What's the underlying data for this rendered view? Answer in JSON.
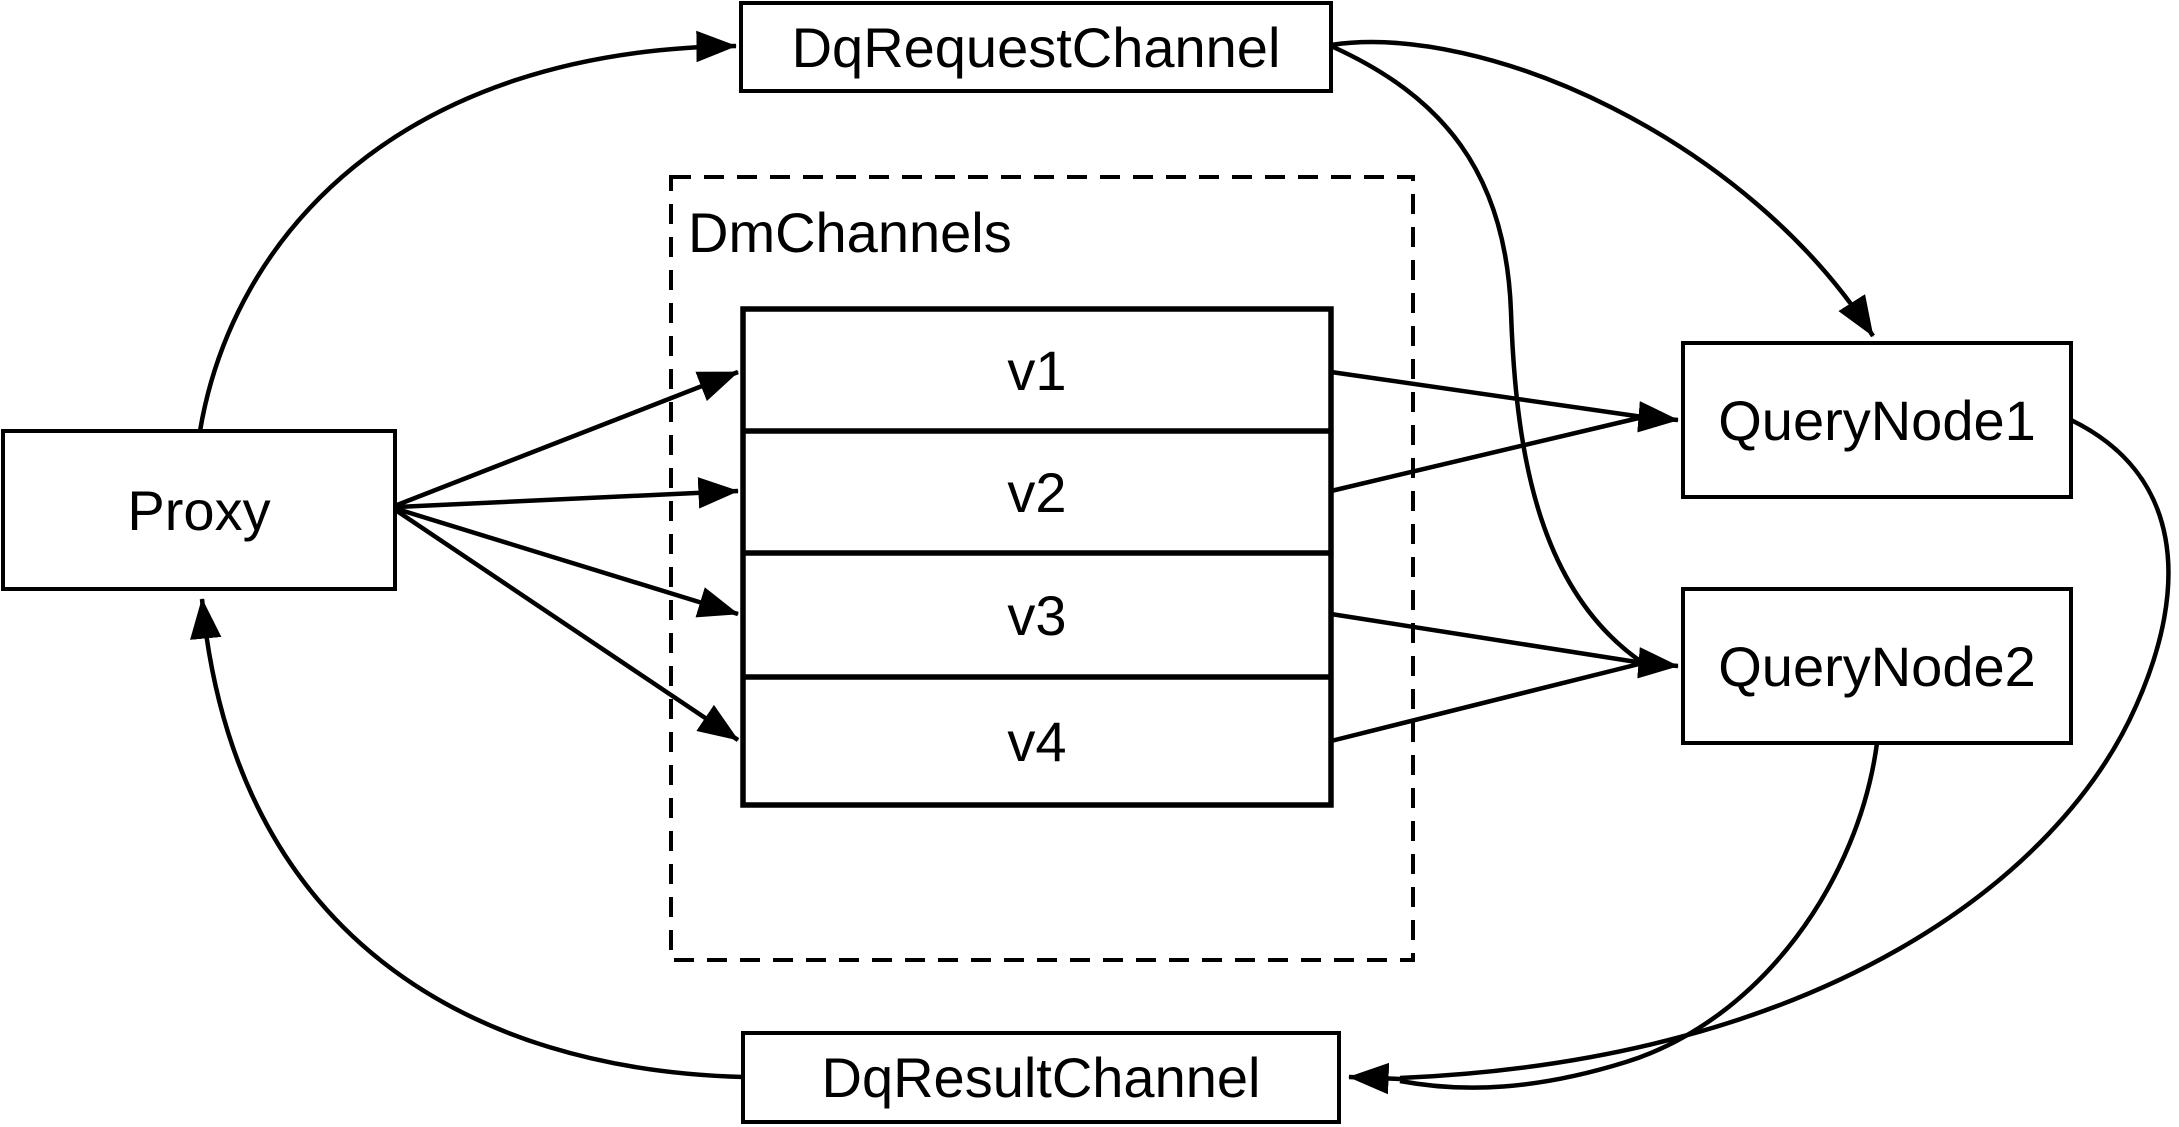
{
  "canvas": {
    "background": "#ffffff",
    "line_color": "#000000",
    "text_color": "#000000"
  },
  "nodes": {
    "proxy": {
      "label": "Proxy"
    },
    "dq_request_channel": {
      "label": "DqRequestChannel"
    },
    "dm_channels": {
      "label": "DmChannels"
    },
    "query_node_1": {
      "label": "QueryNode1"
    },
    "query_node_2": {
      "label": "QueryNode2"
    },
    "dq_result_channel": {
      "label": "DqResultChannel"
    }
  },
  "channels": [
    {
      "label": "v1"
    },
    {
      "label": "v2"
    },
    {
      "label": "v3"
    },
    {
      "label": "v4"
    }
  ],
  "edges": [
    {
      "from": "Proxy",
      "to": "DqRequestChannel"
    },
    {
      "from": "Proxy",
      "to": "v1"
    },
    {
      "from": "Proxy",
      "to": "v2"
    },
    {
      "from": "Proxy",
      "to": "v3"
    },
    {
      "from": "Proxy",
      "to": "v4"
    },
    {
      "from": "DqRequestChannel",
      "to": "QueryNode1"
    },
    {
      "from": "DqRequestChannel",
      "to": "QueryNode2"
    },
    {
      "from": "v1",
      "to": "QueryNode1"
    },
    {
      "from": "v2",
      "to": "QueryNode1"
    },
    {
      "from": "v3",
      "to": "QueryNode2"
    },
    {
      "from": "v4",
      "to": "QueryNode2"
    },
    {
      "from": "QueryNode1",
      "to": "DqResultChannel"
    },
    {
      "from": "QueryNode2",
      "to": "DqResultChannel"
    },
    {
      "from": "DqResultChannel",
      "to": "Proxy"
    }
  ]
}
